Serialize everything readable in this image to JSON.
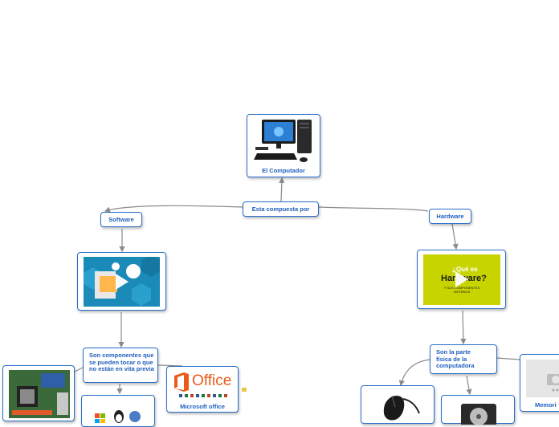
{
  "nodes": {
    "central": {
      "label": "El Computador",
      "image": "desktop-computer-icon"
    },
    "composition": {
      "label": "Esta compuesta por"
    },
    "software": {
      "label": "Software",
      "video": {
        "image": "software-video-thumbnail"
      },
      "description": "Son componentes que  se pueden tocar o que no están en vita previa",
      "children": {
        "office": {
          "label": "Microsoft office",
          "image": "office-logo",
          "logo_text": "Office"
        },
        "motherboard": {
          "image": "motherboard-photo"
        },
        "os_logos": {
          "image": "os-logos-icon"
        }
      }
    },
    "hardware": {
      "label": "Hardware",
      "video": {
        "image": "hardware-video-thumbnail",
        "overlay_text": "Hardware?",
        "overlay_prefix": "¿Qué es",
        "overlay_sub": "Y SUS COMPONENTES INTERNOS"
      },
      "description": "Son la parte física de la computadora",
      "children": {
        "memory": {
          "label": "Memori",
          "image": "camera-icon"
        },
        "mouse": {
          "image": "mouse-photo"
        },
        "disk": {
          "image": "hard-disk-photo"
        }
      }
    }
  },
  "colors": {
    "node_border": "#2a6fc9",
    "label_text": "#1f5fbd",
    "connector": "#8a8a8a",
    "hardware_video_bg": "#c8d400",
    "software_video_bg": "#1a8bb8",
    "office_orange": "#eb5a1b"
  }
}
